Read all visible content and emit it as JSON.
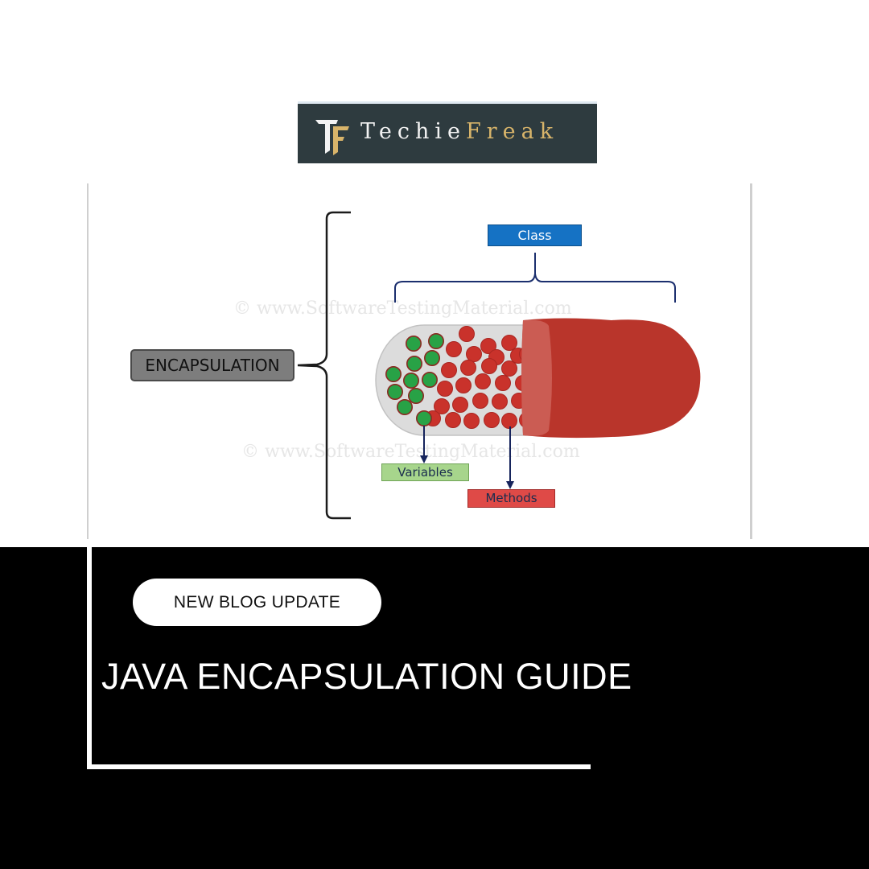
{
  "logo": {
    "word1": "Techie",
    "word2": "Freak",
    "colors": {
      "background": "#2e3b3f",
      "word1": "#f3f3f3",
      "word2": "#d8b46a"
    }
  },
  "diagram": {
    "encapsulation_label": "ENCAPSULATION",
    "class_label": "Class",
    "variables_label": "Variables",
    "methods_label": "Methods",
    "watermark": "©  www.SoftwareTestingMaterial.com",
    "colors": {
      "class": "#1572c4",
      "variables": "#a7d58c",
      "methods": "#df4a47",
      "capsule_shell": "#b9352b",
      "encapsulation": "#7d7d7d"
    }
  },
  "banner": {
    "badge": "NEW BLOG UPDATE",
    "headline": "JAVA ENCAPSULATION GUIDE"
  }
}
